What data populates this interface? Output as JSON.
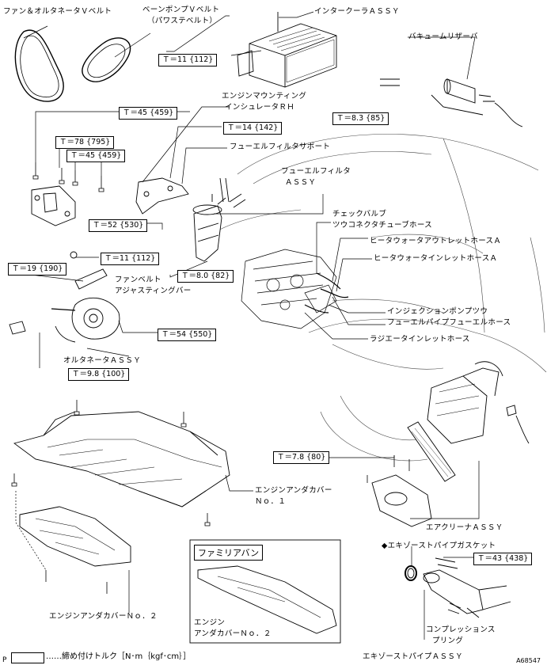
{
  "labels": {
    "fan_alt_belt": "ファン＆オルタネータＶベルト",
    "vane_pump_belt_l1": "ベーンポンプＶベルト",
    "vane_pump_belt_l2": "（パワステベルト）",
    "intercooler": "インタークーラＡＳＳＹ",
    "vacuum_reservoir": "バキュームリザーバ",
    "engine_mount_l1": "エンジンマウンティング",
    "engine_mount_l2": "インシュレータＲＨ",
    "fuel_filter_support": "フューエルフィルタサポート",
    "fuel_filter_l1": "フューエルフィルタ",
    "fuel_filter_l2": "ＡＳＳＹ",
    "check_valve_l1": "チェックバルブ",
    "check_valve_l2": "ツウコネクタチューブホース",
    "heater_outlet": "ヒータウォータアウトレットホースＡ",
    "heater_inlet": "ヒータウォータインレットホースＡ",
    "fan_belt_adj_l1": "ファンベルト",
    "fan_belt_adj_l2": "アジャスティングバー",
    "injection_pipe_l1": "インジェクションポンプツウ",
    "injection_pipe_l2": "フューエルパイプフューエルホース",
    "radiator_inlet": "ラジエータインレットホース",
    "alternator": "オルタネータＡＳＳＹ",
    "engine_undercover_1_l1": "エンジンアンダカバー",
    "engine_undercover_1_l2": "Ｎｏ．１",
    "air_cleaner": "エアクリーナＡＳＳＹ",
    "exhaust_gasket": "◆エキゾーストパイプガスケット",
    "engine_undercover_2": "エンジンアンダカバーＮｏ．２",
    "famili_van": "ファミリアバン",
    "famili_undercover_l1": "エンジン",
    "famili_undercover_l2": "アンダカバーＮｏ．２",
    "comp_spring_l1": "コンプレッションス",
    "comp_spring_l2": "プリング",
    "exhaust_pipe": "エキゾーストパイプＡＳＳＹ"
  },
  "torques": {
    "t11_a": "Ｔ＝11 {112}",
    "t45_a": "Ｔ＝45 {459}",
    "t14": "Ｔ＝14 {142}",
    "t83": "Ｔ＝8.3 {85}",
    "t78": "Ｔ＝78 {795}",
    "t45_b": "Ｔ＝45 {459}",
    "t52": "Ｔ＝52 {530}",
    "t11_b": "Ｔ＝11 {112}",
    "t19": "Ｔ＝19 {190}",
    "t80": "Ｔ＝8.0 {82}",
    "t54": "Ｔ＝54 {550}",
    "t98": "Ｔ＝9.8 {100}",
    "t78b": "Ｔ＝7.8 {80}",
    "t43": "Ｔ＝43 {438}"
  },
  "legend": "……締め付けトルク［N･m｛kgf･cm｝］",
  "figure_code": "A68547",
  "page_mark": "P"
}
